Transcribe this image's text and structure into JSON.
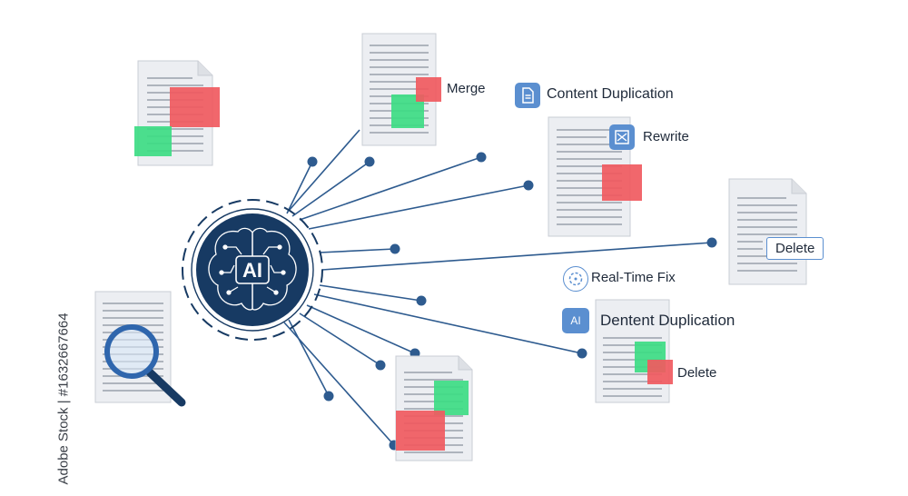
{
  "center": {
    "text": "AI"
  },
  "labels": {
    "merge": "Merge",
    "content_duplication": "Content Duplication",
    "rewrite": "Rewrite",
    "delete_callout": "Delete",
    "real_time_fix": "Real-Time Fix",
    "dentent_duplication": "Dentent Duplication",
    "delete_lower": "Delete",
    "ai_badge": "AI"
  },
  "watermark": "Adobe Stock | #1632667664",
  "colors": {
    "navy": "#173a63",
    "line": "#2e5b8f",
    "accent_blue": "#5b8fd0",
    "red": "#f05a5f",
    "green": "#3ddc84",
    "paper": "#eceef2",
    "paper_border": "#c9cdd4",
    "text_lines": "#aeb4bd"
  },
  "icons": [
    "brain-chip-icon",
    "document-icon",
    "rewrite-icon",
    "realtime-fix-icon",
    "ai-sparkle-icon",
    "magnifier-icon"
  ]
}
